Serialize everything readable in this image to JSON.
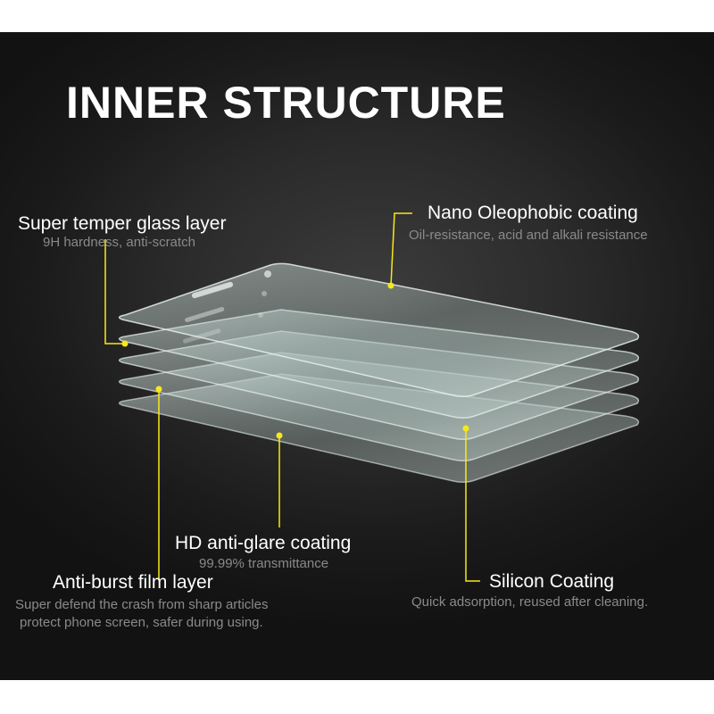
{
  "title": "INNER STRUCTURE",
  "colors": {
    "accent": "#f7e81b",
    "heading": "#ffffff",
    "subtext": "#8a8a8a",
    "background": "#1e1e1e"
  },
  "labels": {
    "glass": {
      "heading": "Super temper glass layer",
      "sub": "9H hardness, anti-scratch"
    },
    "nano": {
      "heading": "Nano Oleophobic coating",
      "sub": "Oil-resistance, acid and alkali resistance"
    },
    "hd": {
      "heading": "HD anti-glare coating",
      "sub": "99.99% transmittance"
    },
    "antiburst": {
      "heading": "Anti-burst film layer",
      "sub_line1": "Super defend the crash from sharp articles",
      "sub_line2": "protect phone screen, safer during using."
    },
    "silicon": {
      "heading": "Silicon Coating",
      "sub": "Quick adsorption, reused after cleaning."
    }
  }
}
